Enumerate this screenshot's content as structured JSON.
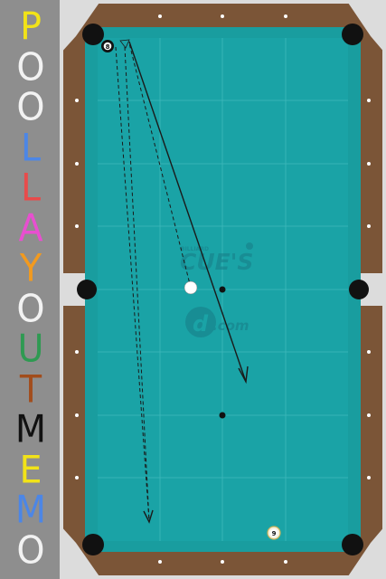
{
  "side_title": {
    "letters": [
      {
        "char": "P",
        "color": "#f2e318"
      },
      {
        "char": "O",
        "color": "#f2f2f2"
      },
      {
        "char": "O",
        "color": "#f2f2f2"
      },
      {
        "char": "L",
        "color": "#4c86e6"
      },
      {
        "char": "L",
        "color": "#e84b4b"
      },
      {
        "char": "A",
        "color": "#e84fd0"
      },
      {
        "char": "Y",
        "color": "#f29a1f"
      },
      {
        "char": "O",
        "color": "#f2f2f2"
      },
      {
        "char": "U",
        "color": "#2f9a52"
      },
      {
        "char": "T",
        "color": "#a24d1c"
      },
      {
        "char": "M",
        "color": "#111111"
      },
      {
        "char": "E",
        "color": "#f2e318"
      },
      {
        "char": "M",
        "color": "#4c86e6"
      },
      {
        "char": "O",
        "color": "#f2f2f2"
      }
    ]
  },
  "logo": {
    "small_text": "BILLIARD",
    "main_text": "CUE'S",
    "suffix_text": ".com",
    "letter": "d"
  },
  "balls": {
    "eight": {
      "number": "8"
    },
    "nine": {
      "number": "9"
    }
  },
  "colors": {
    "rail": "#7b5537",
    "cloth": "#1aa3a6",
    "cushion": "#199d9f",
    "pocket": "#111111",
    "frame": "#dcdcdc"
  }
}
